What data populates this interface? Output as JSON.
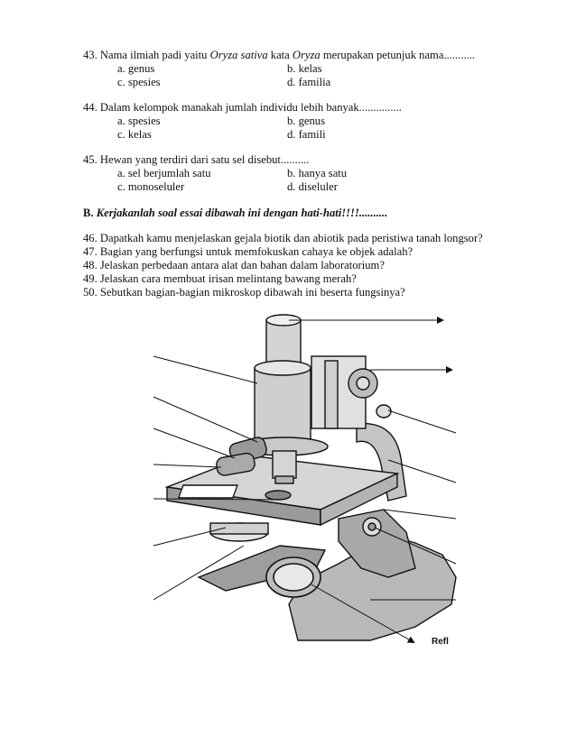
{
  "q43": {
    "text_before": "43. Nama ilmiah padi yaitu ",
    "italic1": "Oryza sativa",
    "text_mid": " kata ",
    "italic2": "Oryza",
    "text_after": " merupakan petunjuk nama...........",
    "options": [
      "a. genus",
      "b. kelas",
      "c. spesies",
      "d. familia"
    ]
  },
  "q44": {
    "text": "44. Dalam kelompok manakah jumlah individu lebih banyak...............",
    "options": [
      "a. spesies",
      "b. genus",
      "c. kelas",
      "d. famili"
    ]
  },
  "q45": {
    "text": "45. Hewan yang terdiri dari satu sel disebut..........",
    "options": [
      "a. sel berjumlah satu",
      "b. hanya satu",
      "c. monoseluler",
      "d. diseluler"
    ]
  },
  "section_b": {
    "label": "B.",
    "text": " Kerjakanlah soal essai dibawah ini dengan hati-hati!!!!.........."
  },
  "essays": [
    "46. Dapatkah kamu menjelaskan gejala biotik dan abiotik pada peristiwa tanah longsor?",
    "47. Bagian yang berfungsi untuk memfokuskan cahaya ke objek adalah?",
    "48. Jelaskan perbedaan antara alat dan bahan dalam laboratorium?",
    "49. Jelaskan cara membuat irisan melintang bawang merah?",
    "50. Sebutkan bagian-bagian mikroskop dibawah ini beserta fungsinya?"
  ],
  "diagram": {
    "corner_text": "Refl"
  }
}
